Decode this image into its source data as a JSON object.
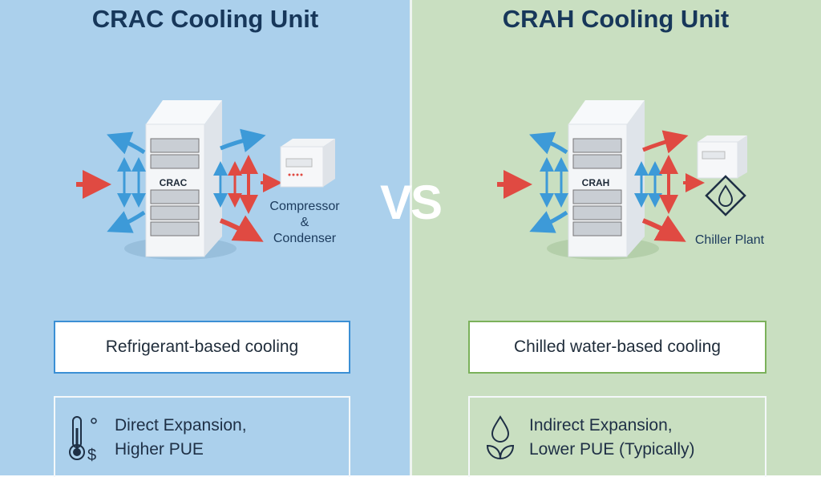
{
  "left": {
    "title": "CRAC Cooling Unit",
    "unit_label": "CRAC",
    "external_label_line1": "Compressor",
    "external_label_line2": "&",
    "external_label_line3": "Condenser",
    "cooling_type": "Refrigerant-based cooling",
    "detail_line1": "Direct Expansion,",
    "detail_line2": "Higher PUE",
    "icon": "thermometer-dollar-icon"
  },
  "right": {
    "title": "CRAH Cooling Unit",
    "unit_label": "CRAH",
    "external_label": "Chiller Plant",
    "cooling_type": "Chilled water-based cooling",
    "detail_line1": "Indirect Expansion,",
    "detail_line2": "Lower PUE (Typically)",
    "icon": "water-drop-leaf-icon"
  },
  "vs_label": "VS",
  "colors": {
    "left_bg": "#abd0ec",
    "right_bg": "#c9dfc1",
    "title": "#17375a",
    "hot_arrow": "#e04a42",
    "cool_arrow": "#3d9ad8"
  }
}
